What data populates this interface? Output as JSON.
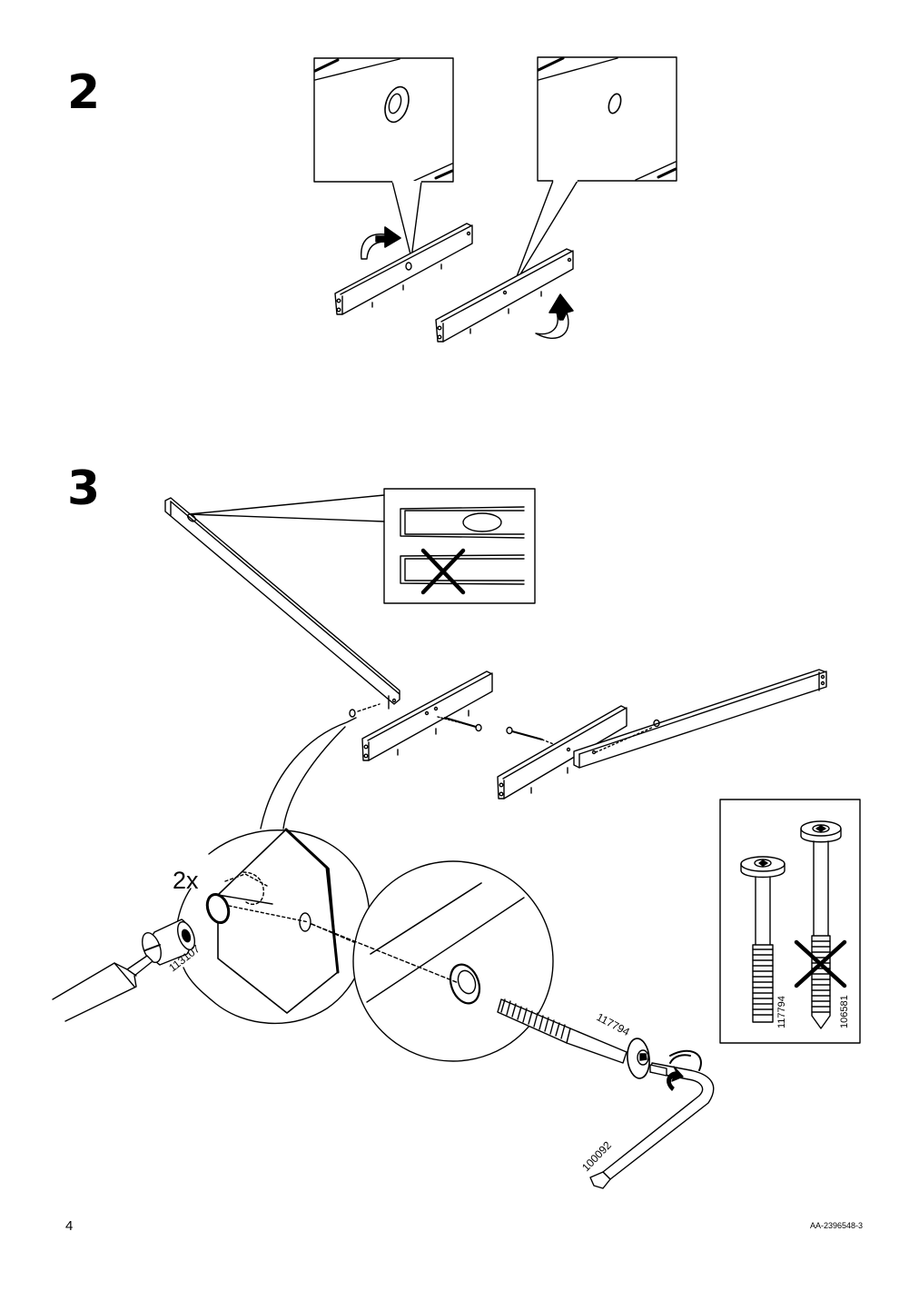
{
  "steps": [
    {
      "number": "2"
    },
    {
      "number": "3",
      "quantity_label": "2x"
    }
  ],
  "part_numbers": {
    "barrel_nut": "113107",
    "bolt": "117794",
    "bolt_wrong": "106581",
    "allen_key": "100092"
  },
  "footer": {
    "page_number": "4",
    "document_code": "AA-2396548-3"
  },
  "icons": [
    "rotate-arrow-icon",
    "cross-mark-icon",
    "allen-key-icon",
    "screwdriver-icon"
  ]
}
